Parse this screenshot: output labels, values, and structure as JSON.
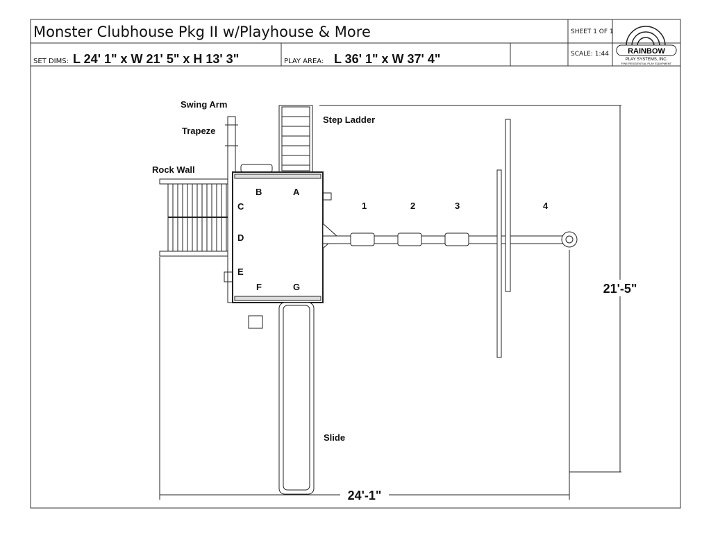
{
  "header": {
    "title": "Monster Clubhouse Pkg II w/Playhouse & More",
    "sheet": "SHEET 1 OF 1",
    "scale": "SCALE: 1:44",
    "set_dims_label": "SET DIMS:",
    "set_dims_value": "L 24' 1\" x W 21' 5\" x H 13' 3\"",
    "play_area_label": "PLAY AREA:",
    "play_area_value": "L 36' 1\" x W 37' 4\""
  },
  "logo": {
    "name": "RAINBOW",
    "line2": "PLAY SYSTEMS, INC.",
    "line3": "FINE RESIDENTIAL PLAY EQUIPMENT"
  },
  "drawing": {
    "labels": {
      "swing_arm": "Swing Arm",
      "trapeze": "Trapeze",
      "rock_wall": "Rock Wall",
      "step_ladder": "Step Ladder",
      "slide": "Slide"
    },
    "deck_letters": [
      "A",
      "B",
      "C",
      "D",
      "E",
      "F",
      "G"
    ],
    "swing_positions": [
      "1",
      "2",
      "3",
      "4"
    ],
    "dim_width": "21'-5\"",
    "dim_length": "24'-1\""
  }
}
